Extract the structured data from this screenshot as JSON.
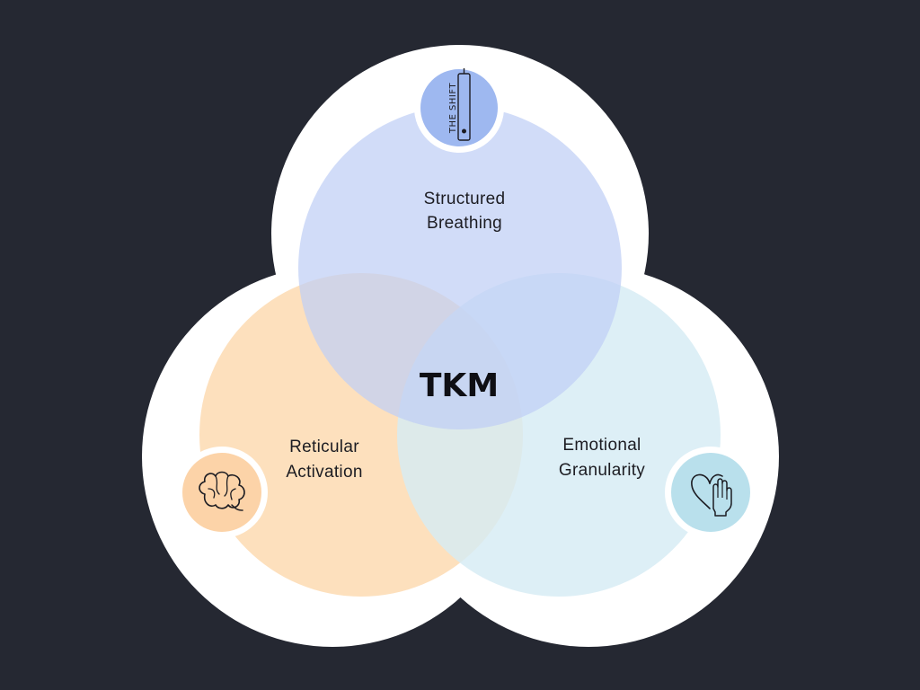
{
  "diagram": {
    "type": "venn",
    "center_label": "TKM",
    "sets": [
      {
        "id": "top",
        "line1": "Structured",
        "line2": "Breathing",
        "icon": "the-shift-device-icon",
        "icon_text": "THE SHIFT",
        "color": "#cdd9f7",
        "icon_bg": "#9eb8f0"
      },
      {
        "id": "left",
        "line1": "Reticular",
        "line2": "Activation",
        "icon": "brain-icon",
        "color": "#fde0bd",
        "icon_bg": "#fcd3a8"
      },
      {
        "id": "right",
        "line1": "Emotional",
        "line2": "Granularity",
        "icon": "heart-hand-icon",
        "color": "#d5ecf4",
        "icon_bg": "#b9e0ec"
      }
    ],
    "colors": {
      "background": "#252832",
      "outline": "#ffffff"
    }
  }
}
